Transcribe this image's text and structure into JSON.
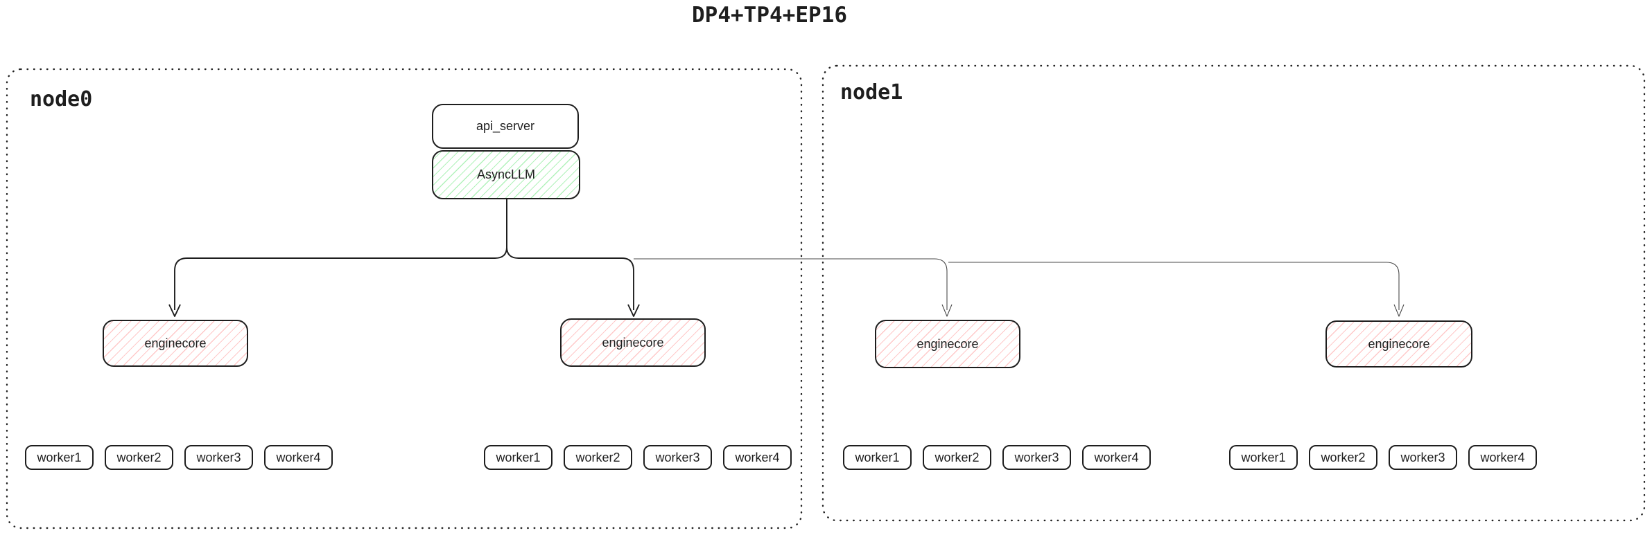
{
  "title": "DP4+TP4+EP16",
  "api_stack": {
    "api_server_label": "api_server",
    "async_llm_label": "AsyncLLM"
  },
  "nodes": [
    {
      "label": "node0",
      "engine_groups": [
        {
          "enginecore_label": "enginecore",
          "workers": [
            "worker1",
            "worker2",
            "worker3",
            "worker4"
          ]
        },
        {
          "enginecore_label": "enginecore",
          "workers": [
            "worker1",
            "worker2",
            "worker3",
            "worker4"
          ]
        }
      ]
    },
    {
      "label": "node1",
      "engine_groups": [
        {
          "enginecore_label": "enginecore",
          "workers": [
            "worker1",
            "worker2",
            "worker3",
            "worker4"
          ]
        },
        {
          "enginecore_label": "enginecore",
          "workers": [
            "worker1",
            "worker2",
            "worker3",
            "worker4"
          ]
        }
      ]
    }
  ],
  "colors": {
    "stroke": "#1e1e1e",
    "thin_connector": "#4a4a4a",
    "enginecore_hatch": "#ffc9c9",
    "asyncllm_hatch": "#b2f2bb",
    "background": "#ffffff"
  }
}
